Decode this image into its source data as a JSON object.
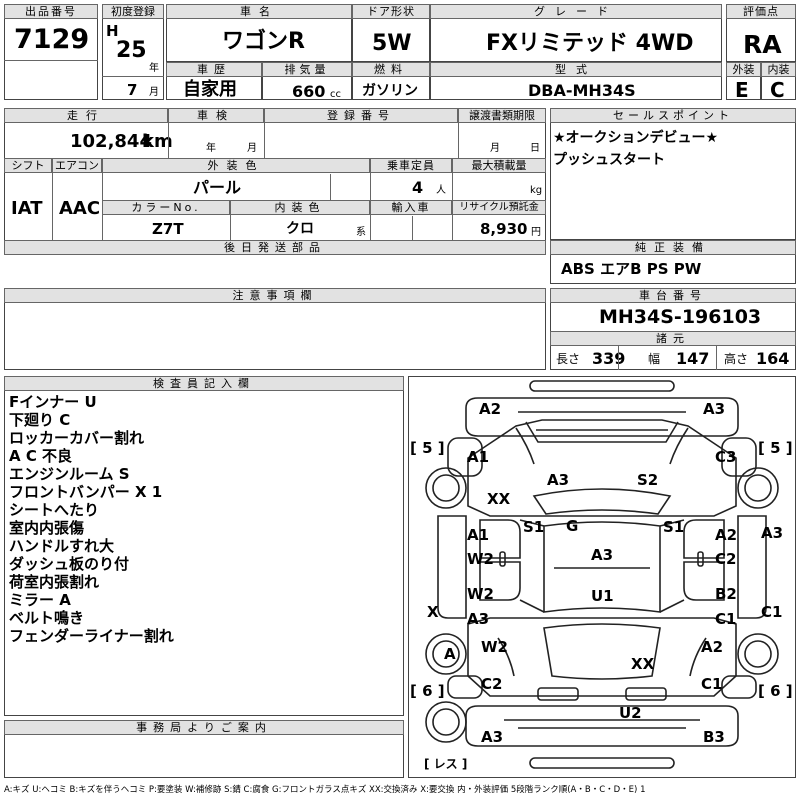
{
  "header_labels": {
    "lot_no": "出品番号",
    "first_reg": "初度登録",
    "car_name": "車名",
    "door": "ドア形状",
    "grade": "グレード",
    "score": "評価点",
    "history": "車歴",
    "displacement": "排気量",
    "fuel": "燃料",
    "model": "型式",
    "exterior": "外装",
    "interior": "内装",
    "mileage": "走行",
    "inspection": "車検",
    "registration": "登録番号",
    "transfer": "譲渡書類期限",
    "sales_point": "セールスポイント",
    "shift": "シフト",
    "aircon": "エアコン",
    "ext_color": "外装色",
    "capacity": "乗車定員",
    "max_load": "最大積載量",
    "color_no": "カラーNo.",
    "int_color": "内装色",
    "import": "輸入車",
    "recycle": "リサイクル預託金",
    "later_parts": "後日発送部品",
    "equipment": "純正装備",
    "caution": "注意事項欄",
    "chassis": "車台番号",
    "specs": "諸元",
    "inspector": "検査員記入欄",
    "office": "事務局よりご案内"
  },
  "vehicle": {
    "lot_no": "7129",
    "era": "H",
    "year": "25",
    "year_unit": "年",
    "month": "7",
    "month_unit": "月",
    "car_name": "ワゴンR",
    "door": "5W",
    "grade": "FXリミテッド 4WD",
    "score": "RA",
    "history": "自家用",
    "displacement": "660",
    "displacement_unit": "cc",
    "fuel": "ガソリン",
    "model": "DBA-MH34S",
    "exterior_grade": "E",
    "interior_grade": "C",
    "mileage": "102,844",
    "mileage_unit": "km",
    "insp_year_unit": "年",
    "insp_month_unit": "月",
    "transfer_month_unit": "月",
    "transfer_day_unit": "日",
    "shift": "IAT",
    "aircon": "AAC",
    "ext_color": "パール",
    "capacity": "4",
    "capacity_unit": "人",
    "max_load_unit": "kg",
    "color_no": "Z7T",
    "int_color": "クロ",
    "int_color_unit": "系",
    "recycle": "8,930",
    "recycle_unit": "円",
    "equipment": "ABS エアB PS PW",
    "chassis": "MH34S-196103",
    "length_label": "長さ",
    "length": "339",
    "width_label": "幅",
    "width": "147",
    "height_label": "高さ",
    "height": "164"
  },
  "sales_points": [
    "★オークションデビュー★",
    "プッシュスタート"
  ],
  "inspector_notes": [
    "Fインナー U",
    "下廻り C",
    "ロッカーカバー割れ",
    "A C 不良",
    "エンジンルーム S",
    "フロントバンパー X 1",
    "シートへたり",
    "室内内張傷",
    "ハンドルすれ大",
    "ダッシュ板のり付",
    "荷室内張割れ",
    "ミラー A",
    "ベルト鳴き",
    "フェンダーライナー割れ"
  ],
  "diagram": {
    "bracket_fl": "[ 5 ]",
    "bracket_fr": "[ 5 ]",
    "bracket_rl": "[ 6 ]",
    "bracket_rr": "[ 6 ]",
    "bracket_less": "[ レス ]",
    "marks": {
      "front_bumper_left": "A2",
      "front_bumper_right": "A3",
      "left_front_fender": "A1",
      "right_front_fender": "C3",
      "left_front_tire": "XX",
      "hood_left": "A3",
      "hood_right": "S2",
      "left_pillar": "S1",
      "right_pillar": "S1",
      "windshield": "G",
      "left_front_door_1": "A1",
      "left_front_door_2": "W2",
      "right_front_door_1": "A2",
      "right_front_door_2": "C2",
      "right_edge": "A3",
      "roof": "A3",
      "left_rear_door_1": "W2",
      "left_rear_door_2": "A3",
      "roof_lower": "U1",
      "right_rear_door_1": "B2",
      "right_rear_door_2": "C1",
      "left_rocker": "X",
      "right_rocker": "C1",
      "left_rear_tire": "A",
      "left_rear_fender": "W2",
      "right_rear_fender": "A2",
      "rear_glass": "XX",
      "left_rear_quarter": "C2",
      "right_rear_quarter": "C1",
      "rear_gate": "U2",
      "rear_bumper_left": "A3",
      "rear_bumper_right": "B3"
    }
  },
  "legend": "A:キズ U:ヘコミ B:キズを伴うヘコミ P:要塗装 W:補修跡 S:錆 C:腐食 G:フロントガラス点キズ XX:交換済み X:要交換 内・外装評価 5段階ランク順(A・B・C・D・E) 1"
}
